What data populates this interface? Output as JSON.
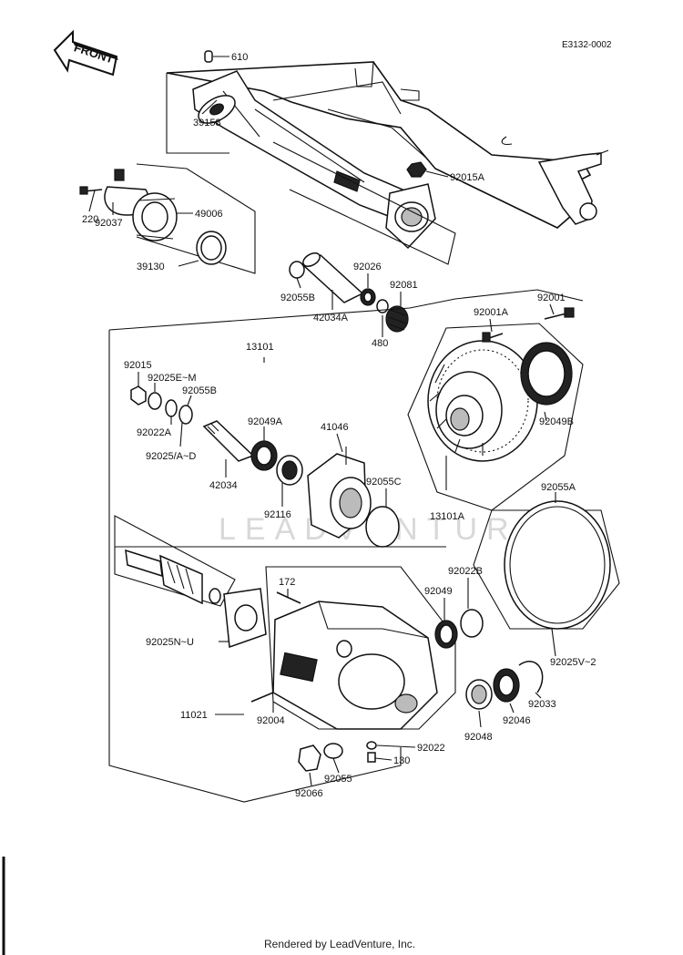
{
  "ref_code": "E3132-0002",
  "front_label": "FRONT",
  "watermark": "LEADVENTURE",
  "footer": "Rendered by LeadVenture, Inc.",
  "labels": {
    "p610": "610",
    "p39158": "39158",
    "p92015A": "92015A",
    "p220": "220",
    "p49006": "49006",
    "p92037": "92037",
    "p39130": "39130",
    "p92026": "92026",
    "p92081": "92081",
    "p92055B_top": "92055B",
    "p42034A": "42034A",
    "p480": "480",
    "p92001": "92001",
    "p92001A": "92001A",
    "p13101": "13101",
    "p92015": "92015",
    "p92025EM": "92025E~M",
    "p92055B": "92055B",
    "p92022A": "92022A",
    "p92049A": "92049A",
    "p41046": "41046",
    "p92025AD": "92025/A~D",
    "p42034": "42034",
    "p92116": "92116",
    "p92055C": "92055C",
    "p13101A": "13101A",
    "p92049B": "92049B",
    "p92055A": "92055A",
    "p172": "172",
    "p92022B": "92022B",
    "p92049": "92049",
    "p92025NU": "92025N~U",
    "p92025V2": "92025V~2",
    "p11021": "11021",
    "p92004": "92004",
    "p92033": "92033",
    "p92046": "92046",
    "p92048": "92048",
    "p92022": "92022",
    "p130": "130",
    "p92055": "92055",
    "p92066": "92066"
  }
}
